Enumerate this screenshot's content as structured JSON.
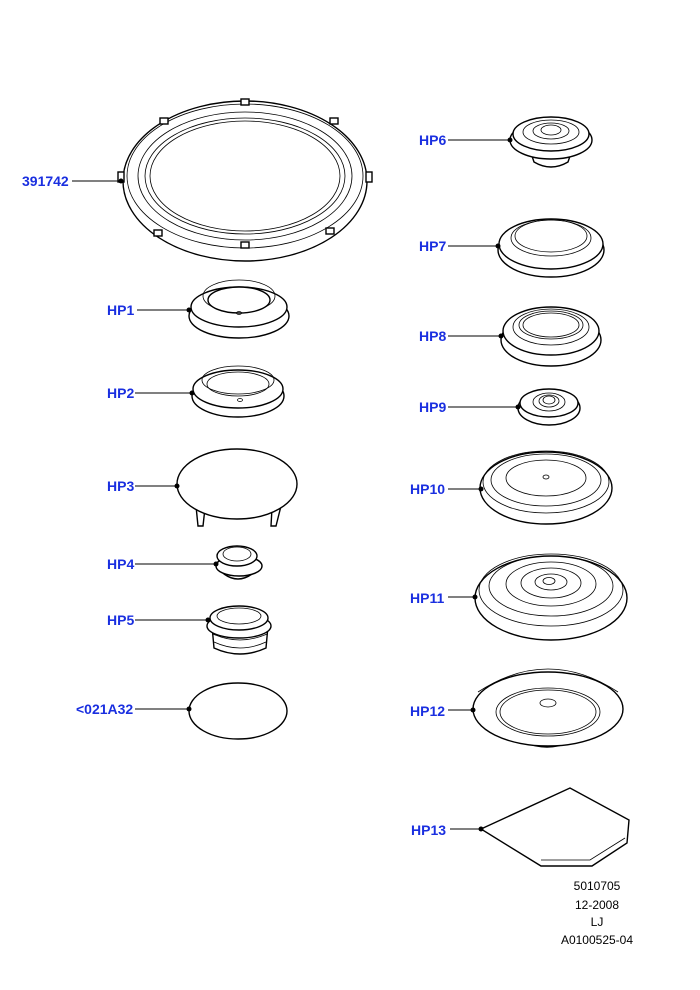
{
  "parts": [
    {
      "id": "part-391742",
      "label": "391742"
    },
    {
      "id": "part-hp1",
      "label": "HP1"
    },
    {
      "id": "part-hp2",
      "label": "HP2"
    },
    {
      "id": "part-hp3",
      "label": "HP3"
    },
    {
      "id": "part-hp4",
      "label": "HP4"
    },
    {
      "id": "part-hp5",
      "label": "HP5"
    },
    {
      "id": "part-021a32",
      "label": "<021A32"
    },
    {
      "id": "part-hp6",
      "label": "HP6"
    },
    {
      "id": "part-hp7",
      "label": "HP7"
    },
    {
      "id": "part-hp8",
      "label": "HP8"
    },
    {
      "id": "part-hp9",
      "label": "HP9"
    },
    {
      "id": "part-hp10",
      "label": "HP10"
    },
    {
      "id": "part-hp11",
      "label": "HP11"
    },
    {
      "id": "part-hp12",
      "label": "HP12"
    },
    {
      "id": "part-hp13",
      "label": "HP13"
    }
  ],
  "footer": {
    "line1": "5010705",
    "line2": "12-2008",
    "line3": "LJ",
    "line4": "A0100525-04"
  },
  "colors": {
    "label": "#1a2fe0",
    "line": "#000000"
  }
}
